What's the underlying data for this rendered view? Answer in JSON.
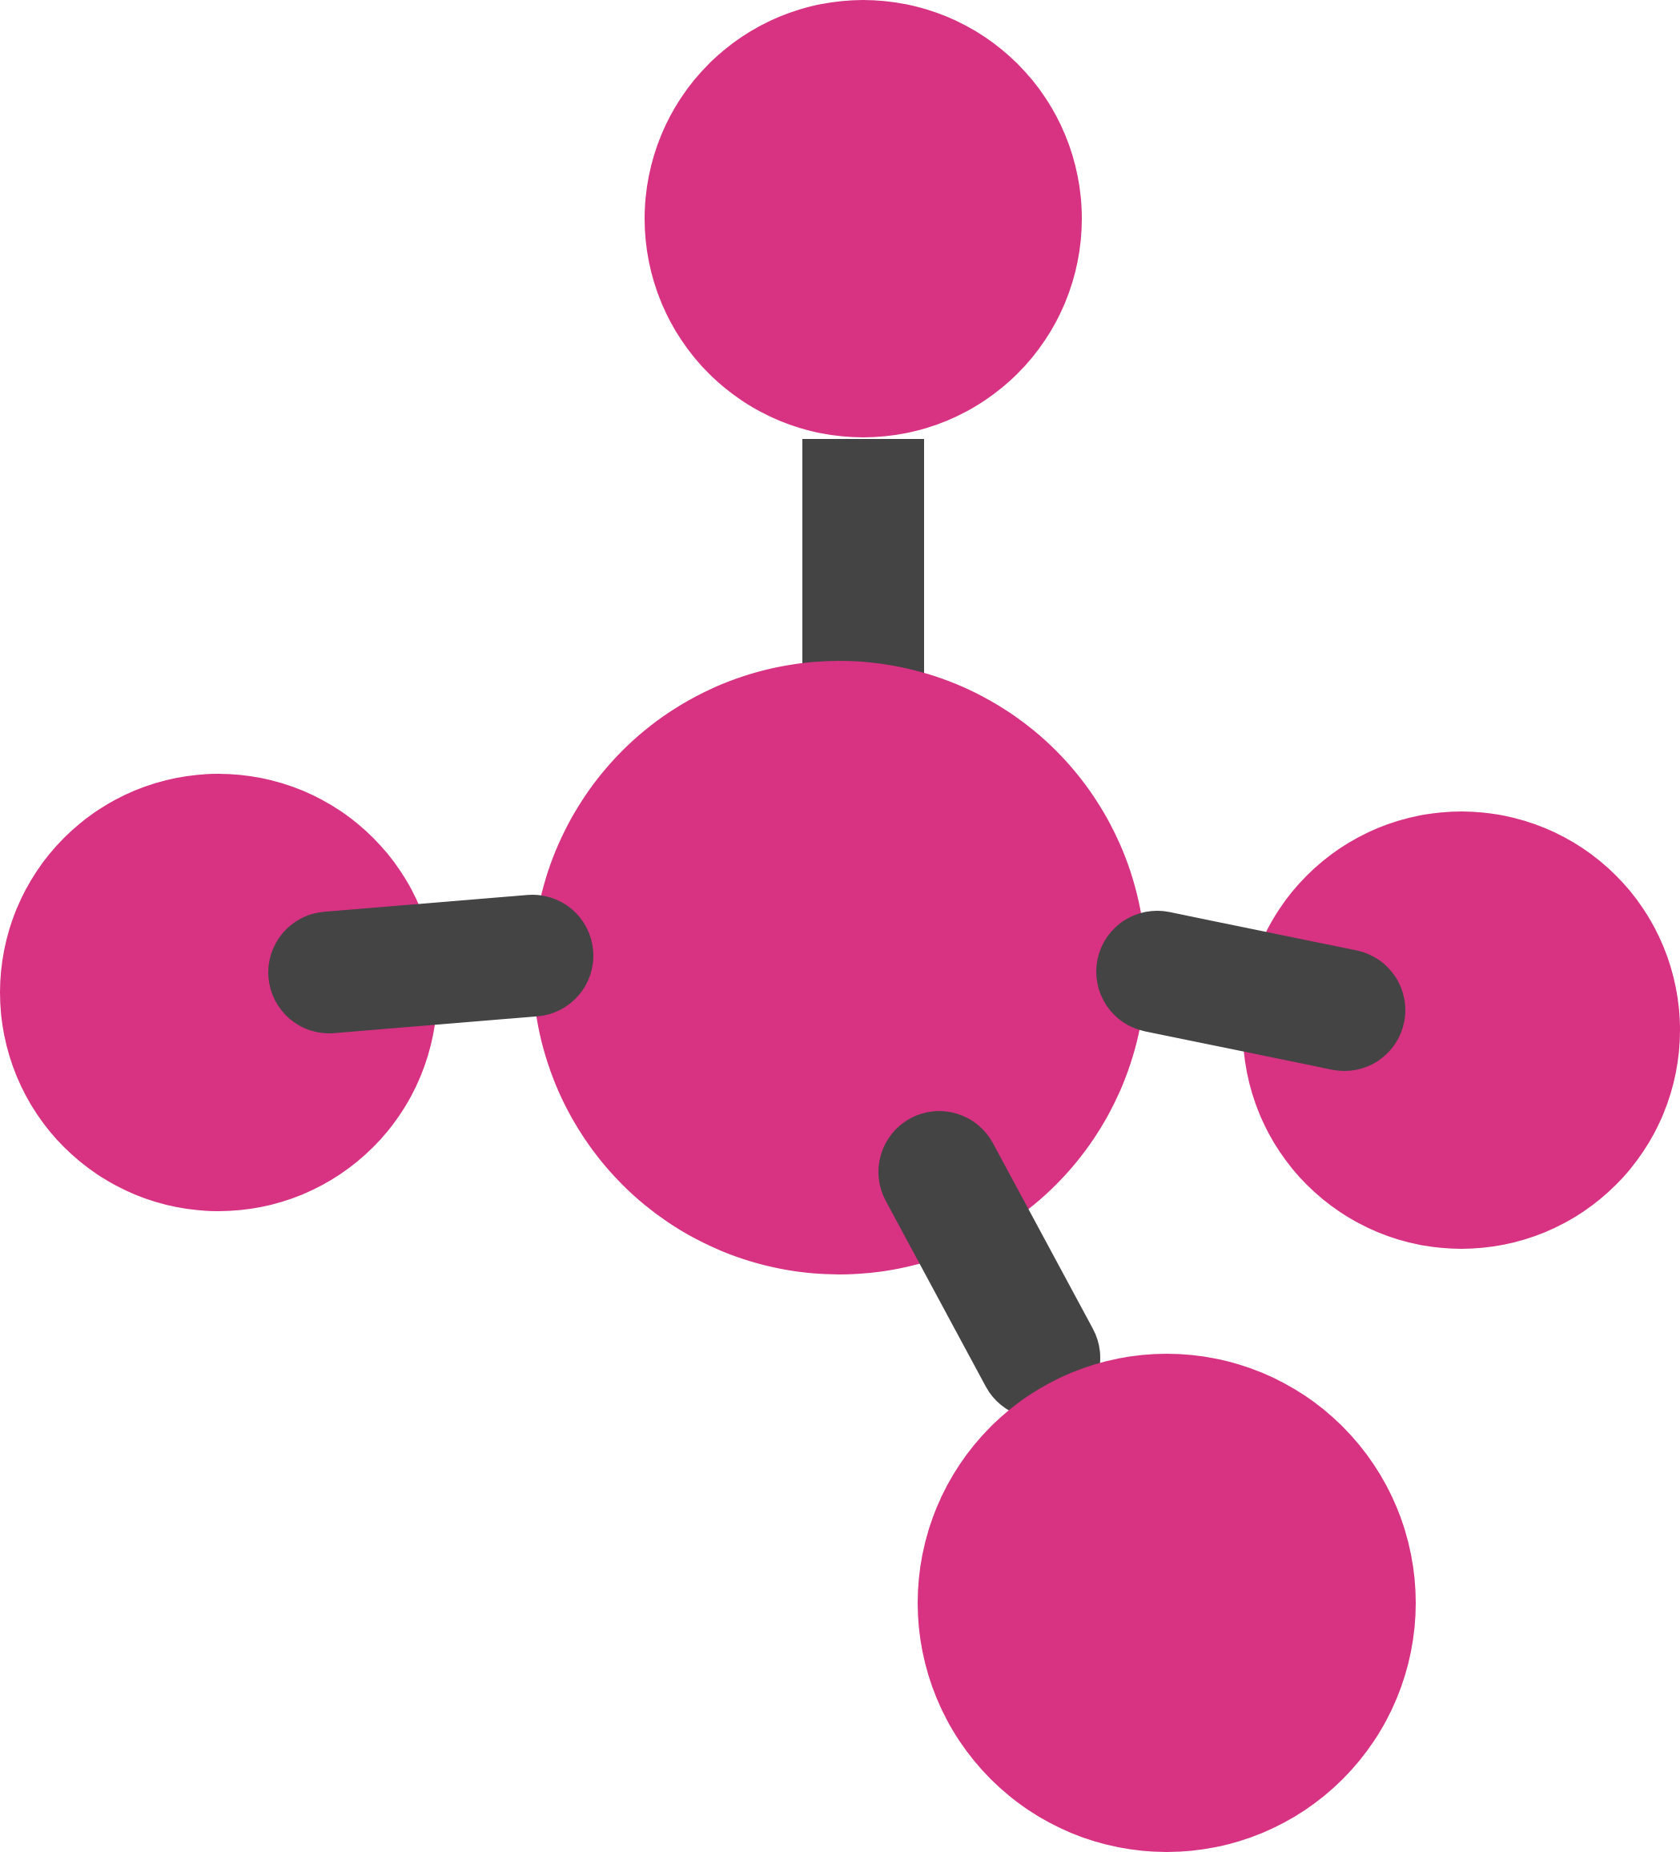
{
  "diagram": {
    "type": "molecule",
    "colors": {
      "atom": "#d83283",
      "bond": "#444444",
      "background": "#ffffff"
    },
    "atoms": [
      {
        "id": "top",
        "role": "outer"
      },
      {
        "id": "center",
        "role": "central"
      },
      {
        "id": "left",
        "role": "outer"
      },
      {
        "id": "right",
        "role": "outer"
      },
      {
        "id": "bottom",
        "role": "outer"
      }
    ],
    "bonds": [
      {
        "from": "center",
        "to": "top"
      },
      {
        "from": "center",
        "to": "left"
      },
      {
        "from": "center",
        "to": "right"
      },
      {
        "from": "center",
        "to": "bottom"
      }
    ]
  }
}
